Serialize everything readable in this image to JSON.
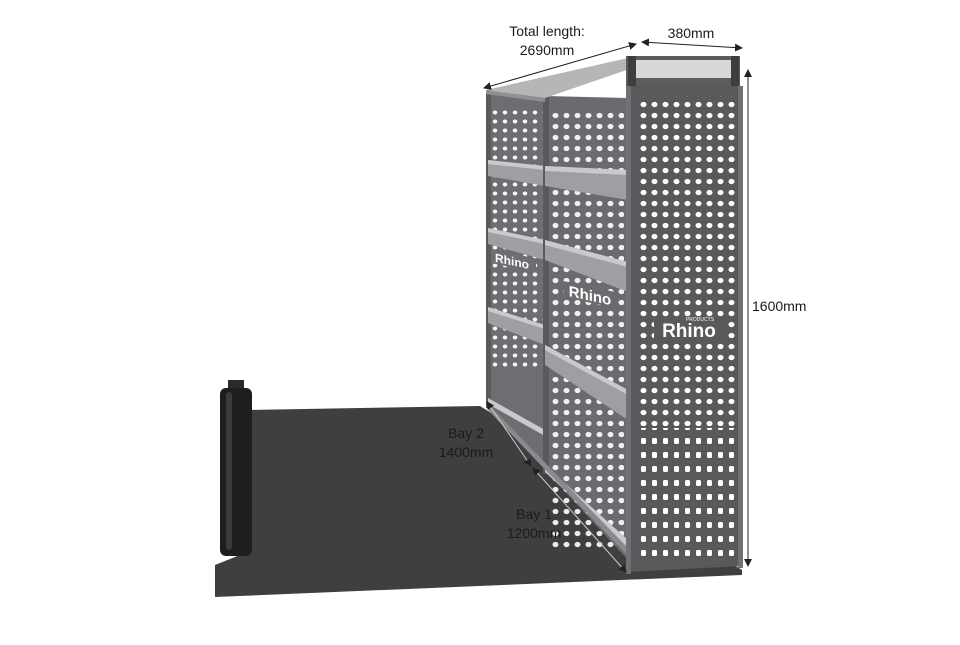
{
  "dimensions": {
    "total_length_label": "Total length:",
    "total_length_value": "2690mm",
    "depth": "380mm",
    "height": "1600mm"
  },
  "bays": [
    {
      "name": "Bay 2",
      "length": "1400mm"
    },
    {
      "name": "Bay 1",
      "length": "1200mm"
    }
  ],
  "brand": {
    "name": "Rhino",
    "tagline": "PRODUCTS"
  },
  "colors": {
    "floor": "#3f3f3f",
    "frame": "#58595b",
    "shelf": "#9d9fa2",
    "shelf_edge": "#c9cacc",
    "wheel_arch": "#1e1e1e"
  }
}
